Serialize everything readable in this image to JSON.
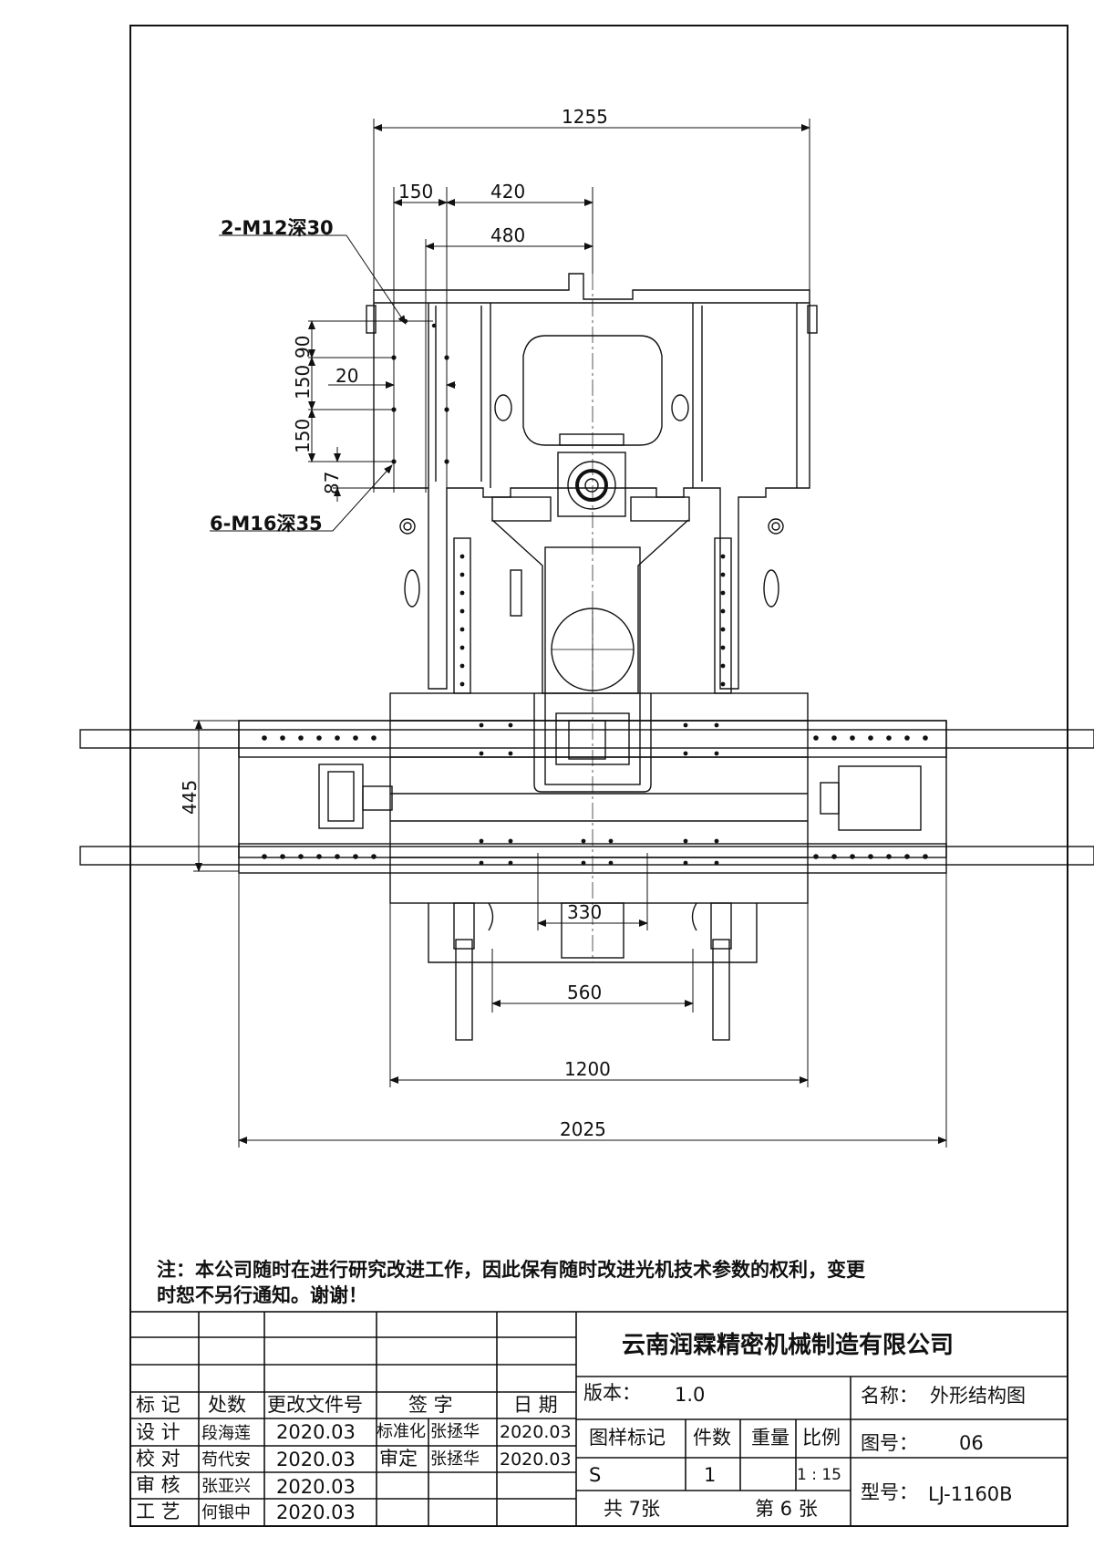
{
  "dimensions": {
    "d1255": "1255",
    "d150": "150",
    "d420": "420",
    "d480": "480",
    "d20": "20",
    "d90": "90",
    "d150b": "150",
    "d150c": "150",
    "d87": "87",
    "d445": "445",
    "d330": "330",
    "d560": "560",
    "d1200": "1200",
    "d2025": "2025"
  },
  "callouts": {
    "upper": "2-M12深30",
    "lower": "6-M16深35"
  },
  "note": {
    "line1": "注：本公司随时在进行研究改进工作，因此保有随时改进光机技术参数的权利，变更",
    "line2": "时恕不另行通知。谢谢！"
  },
  "title_block": {
    "company": "云南润霖精密机械制造有限公司",
    "headers": {
      "mark": "标 记",
      "count": "处数",
      "change_doc": "更改文件号",
      "signature": "签 字",
      "date": "日 期"
    },
    "rows": [
      {
        "role": "设 计",
        "name": "段海莲",
        "date": "2020.03"
      },
      {
        "role": "校 对",
        "name": "苟代安",
        "date": "2020.03"
      },
      {
        "role": "审 核",
        "name": "张亚兴",
        "date": "2020.03"
      },
      {
        "role": "工 艺",
        "name": "何银中",
        "date": "2020.03"
      }
    ],
    "standardization": {
      "label": "标准化",
      "name": "张拯华",
      "date": "2020.03"
    },
    "approval": {
      "label": "审定",
      "name": "张拯华",
      "date": "2020.03"
    },
    "version_label": "版本：",
    "version_value": "1.0",
    "drawing_mark": "图样标记",
    "quantity_label": "件数",
    "weight_label": "重量",
    "scale_label": "比例",
    "mark_value": "S",
    "quantity_value": "1",
    "scale_value": "1 : 15",
    "total_sheets": "共 7张",
    "sheet_no": "第 6 张",
    "name_label": "名称：",
    "name_value": "外形结构图",
    "drawing_no_label": "图号：",
    "drawing_no_value": "06",
    "model_label": "型号：",
    "model_value": "LJ-1160B"
  }
}
